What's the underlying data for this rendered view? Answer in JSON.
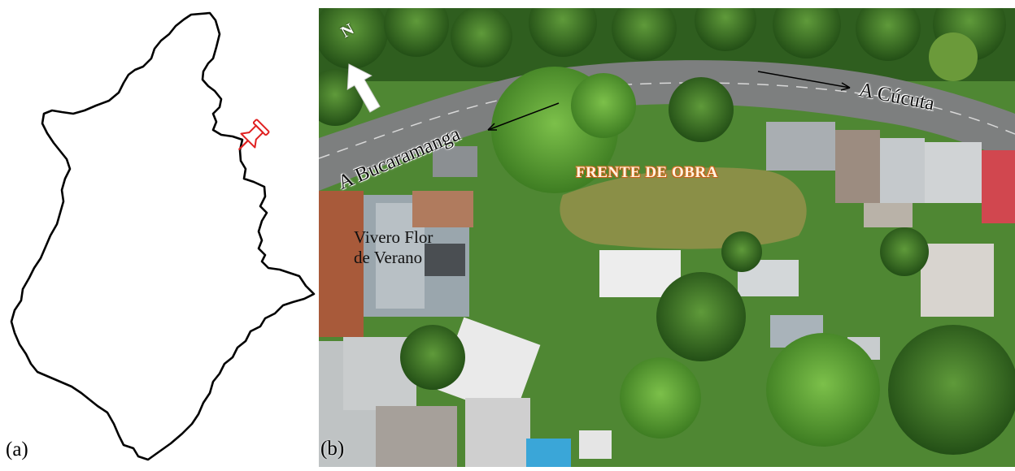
{
  "panels": {
    "a": {
      "label": "(a)"
    },
    "b": {
      "label": "(b)"
    }
  },
  "map_labels": {
    "north": "N",
    "to_cucuta": "A Cúcuta",
    "to_bucaramanga": "A Bucaramanga",
    "work_front": "FRENTE DE OBRA",
    "nursery_line1": "Vivero Flor",
    "nursery_line2": "de Verano"
  },
  "icons": {
    "location_marker": "pushpin-icon",
    "north_arrow": "north-arrow-icon"
  },
  "colors": {
    "boundary": "#000000",
    "pin": "#e02020",
    "vegetation": "#3f7a2a",
    "road": "#7d7f7f",
    "site_label": "#fff3e0"
  }
}
